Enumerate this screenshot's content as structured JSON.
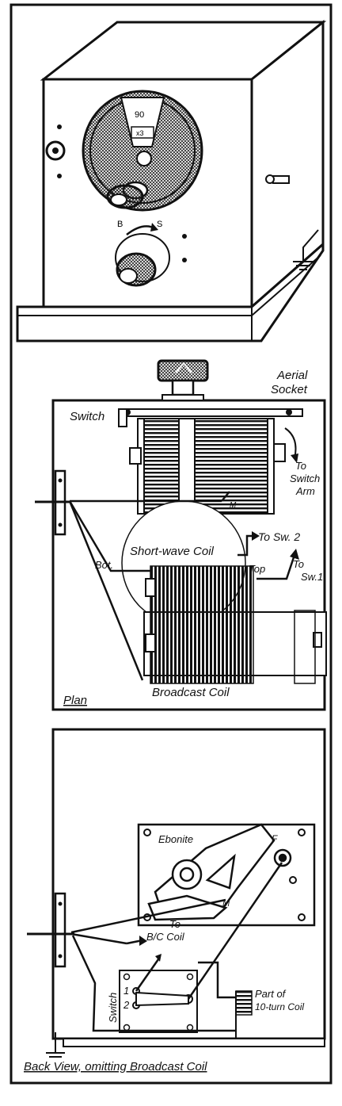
{
  "cabinet": {
    "dial_value": "90",
    "dial_secondary": "x3",
    "switch_labels": {
      "b": "B",
      "s": "S"
    }
  },
  "plan": {
    "title": "Plan",
    "labels": {
      "aerial_socket_1": "Aerial",
      "aerial_socket_2": "Socket",
      "switch": "Switch",
      "to_switch_arm_1": "To",
      "to_switch_arm_2": "Switch",
      "to_switch_arm_3": "Arm",
      "m": "M",
      "to_sw2": "To Sw. 2",
      "short_wave_coil": "Short-wave Coil",
      "bot": "Bot.",
      "top": "Top",
      "to_sw1_a": "To",
      "to_sw1_b": "Sw.1",
      "broadcast_coil": "Broadcast Coil"
    }
  },
  "back": {
    "title": "Back View, omitting Broadcast Coil",
    "labels": {
      "ebonite": "Ebonite",
      "f": "F",
      "m": "M",
      "to_bc_1": "To",
      "to_bc_2": "B/C Coil",
      "switch": "Switch",
      "n1": "1",
      "n2": "2",
      "part_of_1": "Part of",
      "part_of_2": "10-turn Coil"
    }
  }
}
